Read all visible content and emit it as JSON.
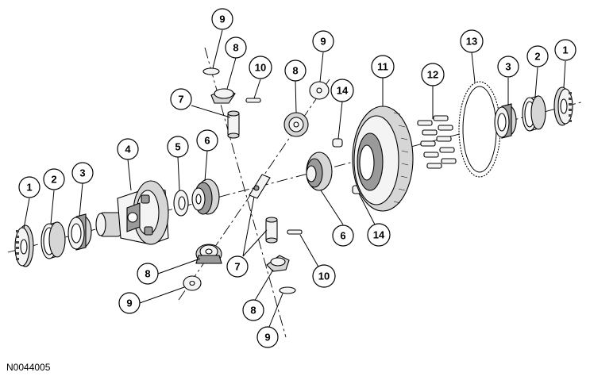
{
  "callouts": {
    "c1_left": "1",
    "c2_left": "2",
    "c3_left": "3",
    "c4": "4",
    "c5": "5",
    "c6_left": "6",
    "c8_low": "8",
    "c9_low": "9",
    "c7_low": "7",
    "c8_bottom": "8",
    "c9_bottom": "9",
    "c10_low": "10",
    "c9_top": "9",
    "c8_top": "8",
    "c7_top": "7",
    "c10_top": "10",
    "c8_mid": "8",
    "c9_mid": "9",
    "c14_top": "14",
    "c14_low": "14",
    "c6_right": "6",
    "c11": "11",
    "c12": "12",
    "c13": "13",
    "c3_right": "3",
    "c2_right": "2",
    "c1_right": "1"
  },
  "figure_id": "N0044005"
}
